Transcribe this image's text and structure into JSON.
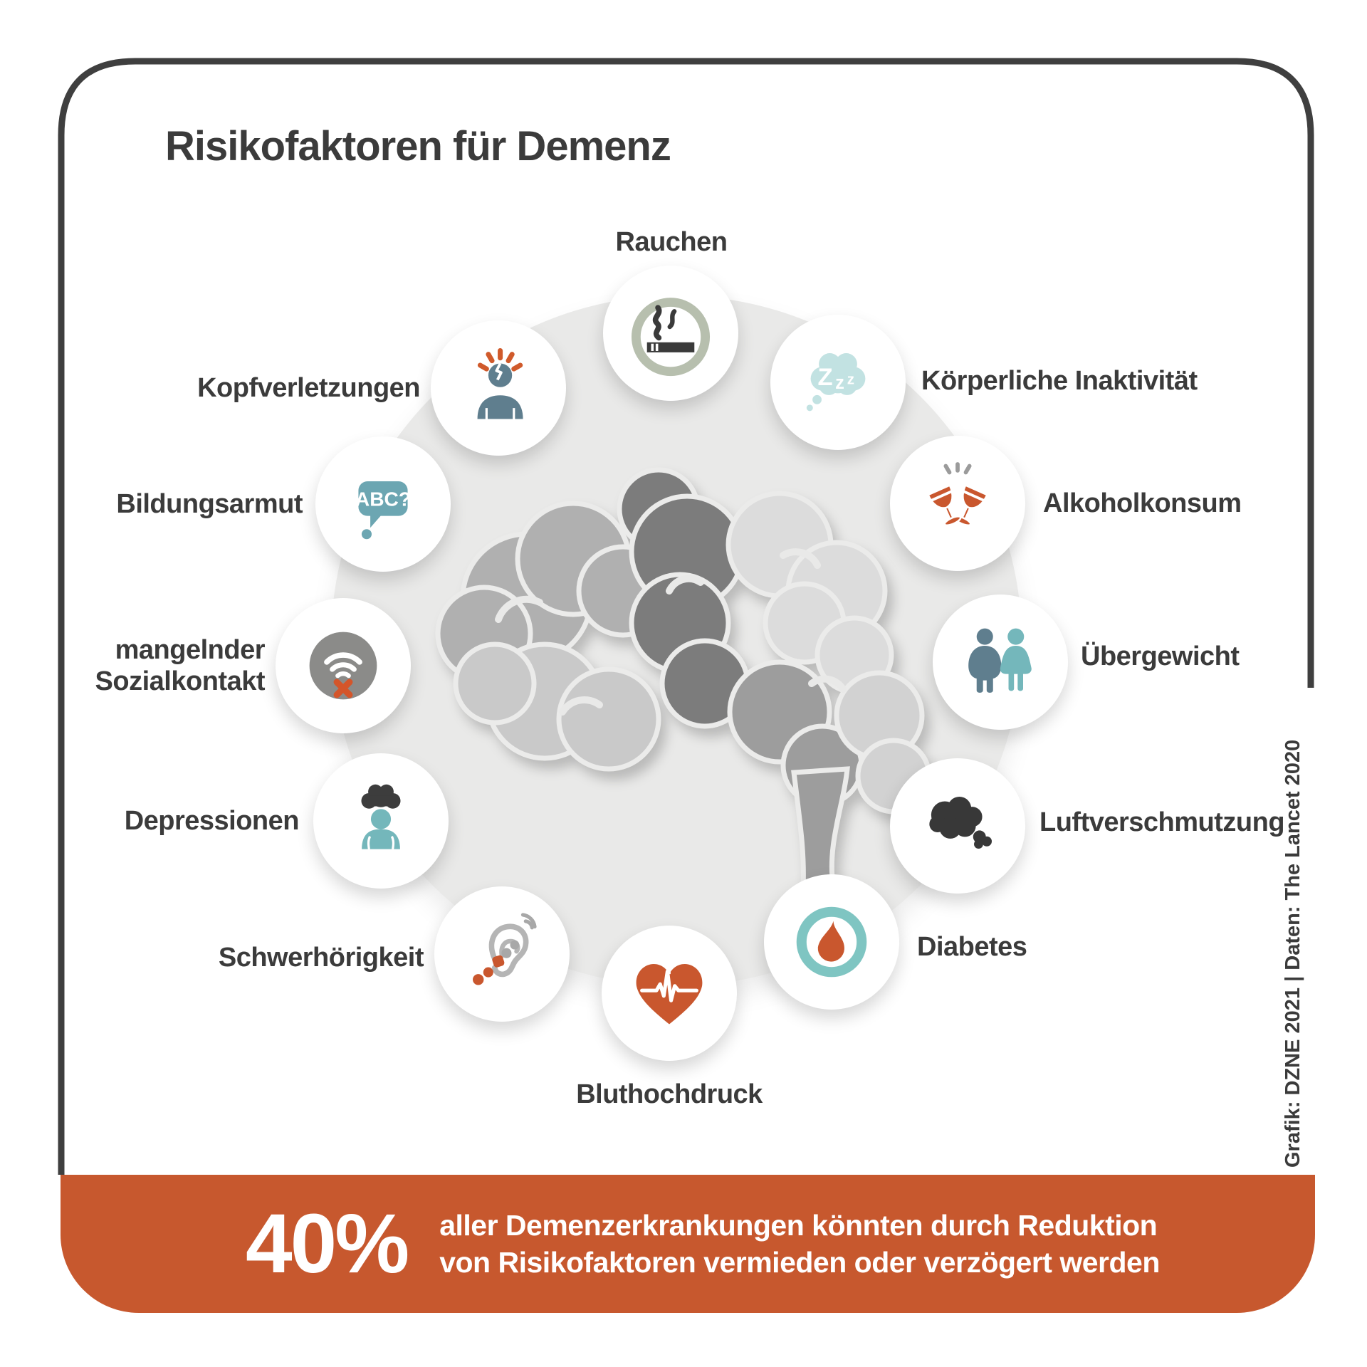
{
  "title": "Risikofaktoren für Demenz",
  "risks": [
    {
      "label": "Rauchen",
      "icon": "cigarette-smoke-icon"
    },
    {
      "label": "Körperliche Inaktivität",
      "icon": "sleep-zzz-bubble-icon"
    },
    {
      "label": "Alkoholkonsum",
      "icon": "clinking-wine-glasses-icon"
    },
    {
      "label": "Übergewicht",
      "icon": "overweight-couple-icon"
    },
    {
      "label": "Luftverschmutzung",
      "icon": "smoke-clouds-icon"
    },
    {
      "label": "Diabetes",
      "icon": "blood-drop-ring-icon"
    },
    {
      "label": "Bluthochdruck",
      "icon": "heart-ecg-icon"
    },
    {
      "label": "Schwerhörigkeit",
      "icon": "ear-hearing-aid-icon"
    },
    {
      "label": "Depressionen",
      "icon": "person-rain-cloud-icon"
    },
    {
      "label": "mangelnder\nSozialkontakt",
      "icon": "no-signal-x-icon"
    },
    {
      "label": "Bildungsarmut",
      "icon": "abc-speech-bubble-icon"
    },
    {
      "label": "Kopfverletzungen",
      "icon": "head-injury-icon"
    }
  ],
  "center_illustration": "brain-puzzle",
  "banner": {
    "stat": "40%",
    "line1": "aller Demenzerkrankungen könnten durch Reduktion",
    "line2": "von Risikofaktoren vermieden oder verzögert werden"
  },
  "credit": "Grafik: DZNE 2021 | Daten: The Lancet 2020",
  "colors": {
    "accent_orange": "#c7582e",
    "dark_gray": "#3b3b3b",
    "blue_gray": "#5f7e8e",
    "teal": "#74b7bb",
    "medium_teal": "#6ca6b2",
    "light_teal": "#c2e2e2",
    "sage_ring": "#b7bfae",
    "circle_bg": "#e9e9e8",
    "social_gray": "#8b8b89"
  }
}
